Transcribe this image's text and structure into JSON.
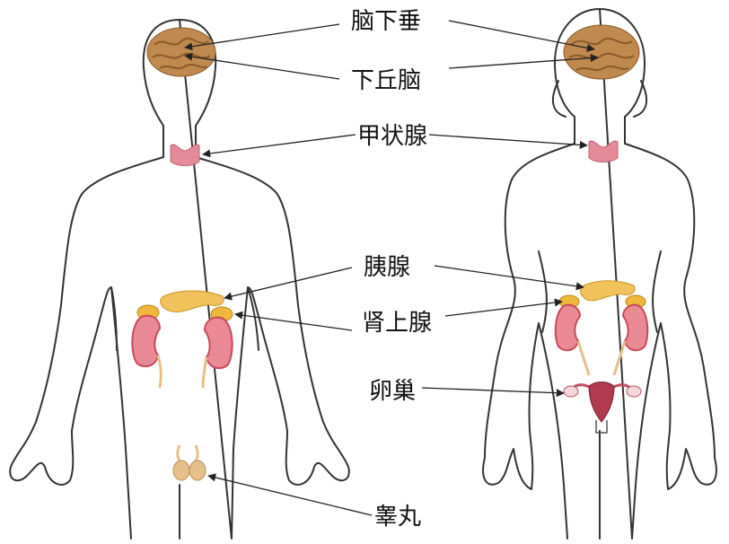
{
  "labels": {
    "pituitary": "脑下垂",
    "hypothalamus": "下丘脑",
    "thyroid": "甲状腺",
    "pancreas": "胰腺",
    "adrenal": "肾上腺",
    "ovary": "卵巢",
    "testis": "睾丸"
  },
  "colors": {
    "brain": "#c08a4f",
    "brain_dark": "#8a5a2a",
    "thyroid": "#e58a98",
    "pancreas": "#f1c25a",
    "kidney": "#c94a5a",
    "kidney_light": "#e98a95",
    "adrenal": "#f0b83a",
    "uterus": "#b13a4e",
    "testis": "#e6c08a",
    "outline": "#333333"
  }
}
